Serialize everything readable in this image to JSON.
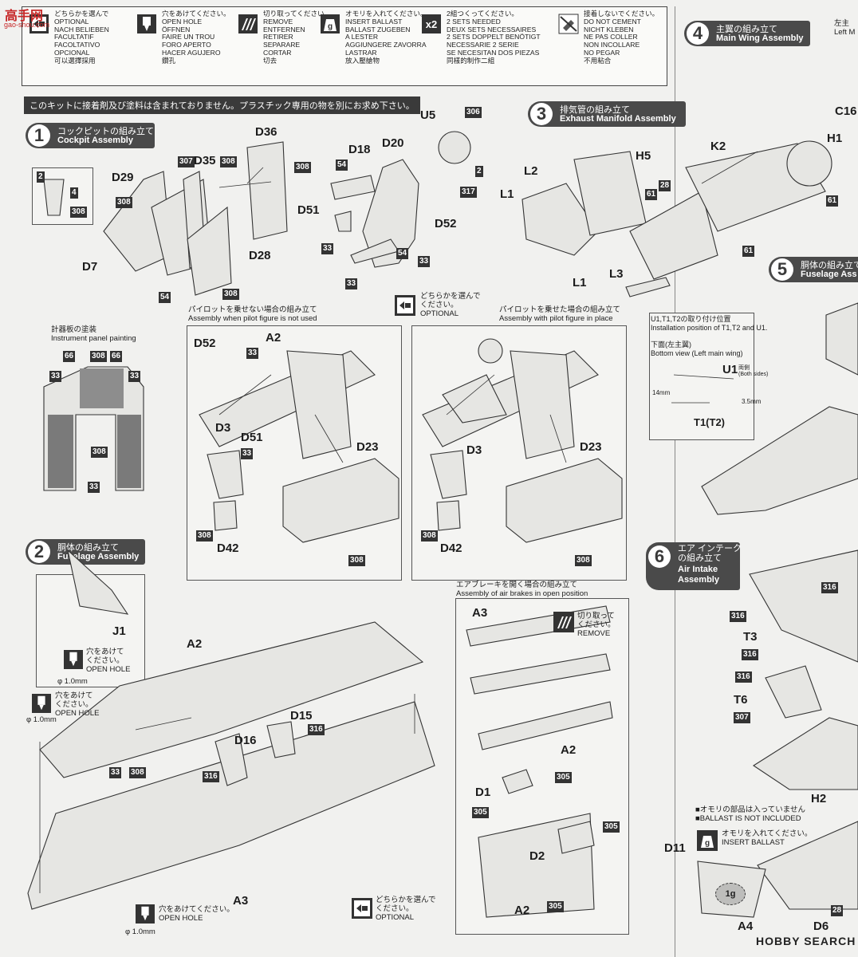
{
  "legend": [
    {
      "icon": "optional-icon",
      "text": "どちらかを選んで\nOPTIONAL\nNACH BELIEBEN\nFACULTATIF\nFACOLTATIVO\nOPCIONAL\n可以選擇採用"
    },
    {
      "icon": "drill-icon",
      "text": "穴をあけてください。\nOPEN HOLE\nÖFFNEN\nFAIRE UN TROU\nFORO APERTO\nHACER AGUJERO\n鑽孔"
    },
    {
      "icon": "cut-icon",
      "text": "切り取ってください。\nREMOVE\nENTFERNEN\nRETIRER\nSEPARARE\nCORTAR\n切去"
    },
    {
      "icon": "ballast-icon",
      "text": "オモリを入れてください。\nINSERT BALLAST\nBALLAST ZUGEBEN\nA LESTER\nAGGIUNGERE ZAVORRA\nLASTRAR\n放入壓艙物"
    },
    {
      "icon": "x2-icon",
      "text": "2組つくってください。\n2 SETS NEEDED\nDEUX SETS NECESSAIRES\n2 SETS DOPPELT BENÖTIGT\nNECESSARIE 2 SERIE\nSE NECESITAN DOS PIEZAS\n同樣的制作二組"
    },
    {
      "icon": "no-glue-icon",
      "text": "接着しないでください。\nDO NOT CEMENT\nNICHT KLEBEN\nNE PAS COLLER\nNON INCOLLARE\nNO PEGAR\n不用粘合"
    }
  ],
  "notice": "このキットに接着剤及び塗料は含まれておりません。プラスチック専用の物を別にお求め下さい。",
  "steps": [
    {
      "num": "1",
      "jp": "コックピットの組み立て",
      "en": "Cockpit Assembly"
    },
    {
      "num": "2",
      "jp": "胴体の組み立て",
      "en": "Fuselage Assembly"
    },
    {
      "num": "3",
      "jp": "排気管の組み立て",
      "en": "Exhaust Manifold Assembly"
    },
    {
      "num": "4",
      "jp": "主翼の組み立て",
      "en": "Main Wing Assembly"
    },
    {
      "num": "5",
      "jp": "胴体の組み立て",
      "en": "Fuselage Ass"
    },
    {
      "num": "6",
      "jp": "エア インテーク\nの組み立て",
      "en": "Air Intake\nAssembly"
    }
  ],
  "parts": {
    "D36": "D36",
    "D35": "D35",
    "D29": "D29",
    "D28": "D28",
    "D7": "D7",
    "D18": "D18",
    "D20": "D20",
    "U5": "U5",
    "D51": "D51",
    "D52": "D52",
    "A2": "A2",
    "A3": "A3",
    "D3": "D3",
    "D23": "D23",
    "D42": "D42",
    "J1": "J1",
    "D15": "D15",
    "D16": "D16",
    "L1": "L1",
    "L2": "L2",
    "L3": "L3",
    "H5": "H5",
    "K2": "K2",
    "H1": "H1",
    "C16": "C16",
    "D1": "D1",
    "D2": "D2",
    "T3": "T3",
    "T6": "T6",
    "D11": "D11",
    "A4": "A4",
    "D6": "D6",
    "H2": "H2",
    "U1": "U1",
    "T1T2": "T1(T2)"
  },
  "colors": {
    "c306": "306",
    "c308": "308",
    "c307": "307",
    "c54": "54",
    "c33": "33",
    "c317": "317",
    "c2": "2",
    "c4": "4",
    "c66": "66",
    "c316": "316",
    "c305": "305",
    "c61": "61",
    "c28": "28"
  },
  "captions": {
    "no_pilot": "パイロットを乗せない場合の組み立て\nAssembly when pilot figure is not used",
    "with_pilot": "パイロットを乗せた場合の組み立て\nAssembly with pilot figure in place",
    "optional_mid": "どちらかを選んで\nください。\nOPTIONAL",
    "optional_bot": "どちらかを選んで\nください。\nOPTIONAL",
    "instrument": "計器板の塗装\nInstrument panel painting",
    "u1_title": "U1,T1,T2の取り付け位置\nInstallation position of T1,T2 and U1.",
    "u1_bottom": "下面(左主翼)\nBottom view (Left main wing)",
    "both_sides": "両側\n(Both sides)",
    "mm14": "14mm",
    "mm35": "3.5mm",
    "air_brakes": "エアブレーキを開く場合の組み立て\nAssembly of air brakes in open position",
    "remove": "切り取って\nください。\nREMOVE",
    "open_hole_1": "穴をあけて\nください。\nOPEN HOLE",
    "open_hole_2": "穴をあけて\nください。\nOPEN HOLE",
    "open_hole_3": "穴をあけてください。\nOPEN HOLE",
    "phi1": "φ 1.0mm",
    "phi2": "φ 1.0mm",
    "phi3": "φ 1.0mm",
    "ballast_not": "■オモリの部品は入っていません\n■BALLAST IS NOT INCLUDED",
    "insert_ballast": "オモリを入れてください。\nINSERT BALLAST",
    "one_g": "1g",
    "left_main": "左主\nLeft M"
  },
  "watermark_top": "高手网",
  "watermark_sub": "gao-shou.com",
  "watermark_bottom": "HOBBY SEARCH"
}
